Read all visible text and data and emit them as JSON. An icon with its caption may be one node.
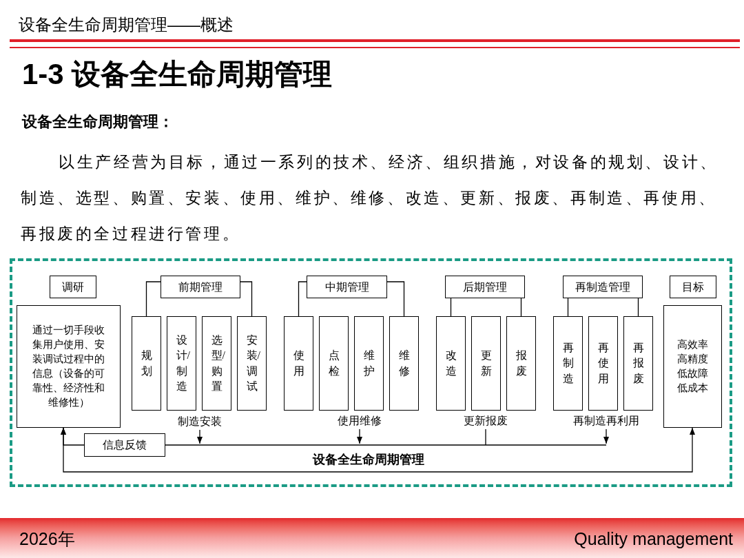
{
  "diagram": {
    "title": "1-3 设备全生命周期管理",
    "nodes": [
      {
        "text": [
          "调研"
        ]
      },
      {
        "text": [
          "通过一切手段收集用户使用、安装调试过程中的信息（设备的可靠性、经济性和维修性）"
        ]
      },
      {
        "text": [
          "前期管理"
        ]
      },
      {
        "text": [
          "规划"
        ]
      },
      {
        "text": [
          "设计/制造"
        ]
      },
      {
        "text": [
          "选型/购置"
        ]
      },
      {
        "text": [
          "安装/调试"
        ]
      },
      {
        "text": [
          "中期管理"
        ]
      },
      {
        "text": [
          "使用"
        ]
      },
      {
        "text": [
          "点检"
        ]
      },
      {
        "text": [
          "维护"
        ]
      },
      {
        "text": [
          "维修"
        ]
      },
      {
        "text": [
          "后期管理"
        ]
      },
      {
        "text": [
          "改造"
        ]
      },
      {
        "text": [
          "更新"
        ]
      },
      {
        "text": [
          "报废"
        ]
      },
      {
        "text": [
          "再制造管理"
        ]
      },
      {
        "text": [
          "再制造"
        ]
      },
      {
        "text": [
          "再使用"
        ]
      },
      {
        "text": [
          "再报废"
        ]
      },
      {
        "text": [
          "目标"
        ]
      },
      {
        "text": [
          "高效率高精度低故障低成本"
        ]
      },
      {
        "text": [
          "信息反馈"
        ]
      },
      {
        "text": [
          "制造安装"
        ]
      },
      {
        "text": [
          "使用维修"
        ]
      },
      {
        "text": [
          "更新报废"
        ]
      },
      {
        "text": [
          "再制造再利用"
        ]
      }
    ],
    "edges": [
      {
        "from": 2,
        "to": 3,
        "arrow": "none"
      },
      {
        "from": 2,
        "to": 6,
        "arrow": "none"
      },
      {
        "from": 7,
        "to": 8,
        "arrow": "none"
      },
      {
        "from": 7,
        "to": 11,
        "arrow": "none"
      },
      {
        "from": 12,
        "to": 13,
        "arrow": "none"
      },
      {
        "from": 12,
        "to": 15,
        "arrow": "none"
      },
      {
        "from": 16,
        "to": 17,
        "arrow": "none"
      },
      {
        "from": 16,
        "to": 19,
        "arrow": "none"
      },
      {
        "from": 22,
        "to": 1,
        "arrow": "to"
      },
      {
        "from": 1,
        "to": 21,
        "arrow": "both",
        "label": "设备全生命周期管理"
      },
      {
        "from": 22,
        "to": null,
        "arrow": "none"
      },
      {
        "from": 23,
        "to": null,
        "arrow": "to"
      },
      {
        "from": 24,
        "to": null,
        "arrow": "to"
      },
      {
        "from": 25,
        "to": null,
        "arrow": "none"
      },
      {
        "from": 26,
        "to": null,
        "arrow": "to"
      }
    ],
    "labels": [
      "设备全生命周期管理——概述",
      "设备全生命周期管理：",
      "以生产经营为目标，通过一系列的技术、经济、组织措施，对设备的规划、设计、制造、选型、购置、安装、使用、维护、维修、改造、更新、报废、再制造、再使用、再报废的全过程进行管理。",
      "2026年",
      "Quality management"
    ]
  }
}
